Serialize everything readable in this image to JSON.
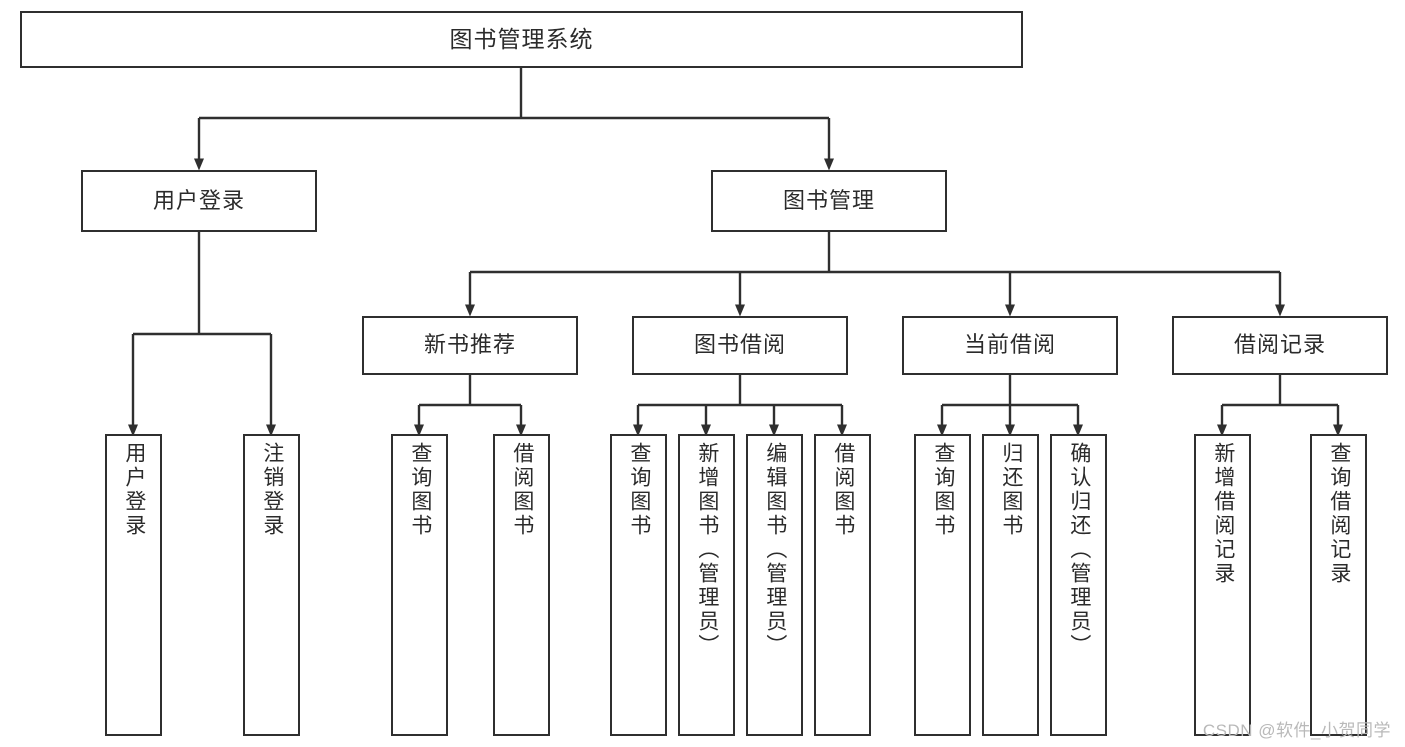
{
  "diagram": {
    "title": "图书管理系统",
    "type": "tree-hierarchy",
    "colors": {
      "box_border": "#2f2f2f",
      "box_fill": "#ffffff",
      "text": "#2b2b2b",
      "connector": "#2f2f2f",
      "background": "#ffffff",
      "watermark": "#b9b9b9"
    },
    "root": {
      "label": "图书管理系统"
    },
    "level2": [
      {
        "label": "用户登录"
      },
      {
        "label": "图书管理"
      }
    ],
    "level3": [
      {
        "label": "新书推荐"
      },
      {
        "label": "图书借阅"
      },
      {
        "label": "当前借阅"
      },
      {
        "label": "借阅记录"
      }
    ],
    "leaves": {
      "user_login": [
        {
          "label": "用户登录"
        },
        {
          "label": "注销登录"
        }
      ],
      "new_book": [
        {
          "label": "查询图书"
        },
        {
          "label": "借阅图书"
        }
      ],
      "book_borrow": [
        {
          "label": "查询图书"
        },
        {
          "label": "新增图书（管理员）"
        },
        {
          "label": "编辑图书（管理员）"
        },
        {
          "label": "借阅图书"
        }
      ],
      "current_borrow": [
        {
          "label": "查询图书"
        },
        {
          "label": "归还图书"
        },
        {
          "label": "确认归还（管理员）"
        }
      ],
      "borrow_record": [
        {
          "label": "新增借阅记录"
        },
        {
          "label": "查询借阅记录"
        }
      ]
    }
  },
  "watermark": {
    "text": "CSDN @软件_小贺同学"
  }
}
